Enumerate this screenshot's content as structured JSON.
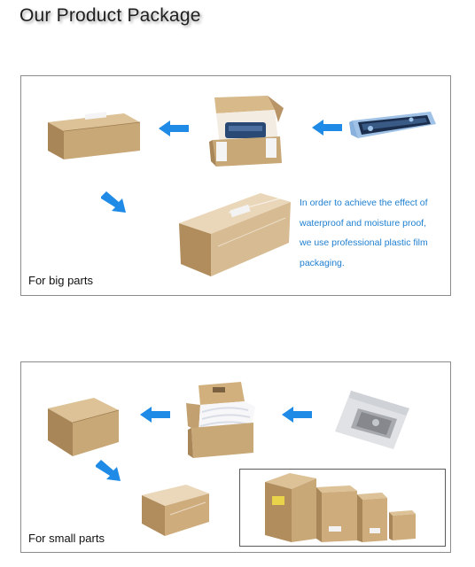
{
  "page": {
    "title": "Our Product Package"
  },
  "big_parts": {
    "label": "For big parts",
    "note_lines": [
      "In order to achieve the effect of",
      "waterproof and moisture proof,",
      "we use professional plastic film",
      "packaging."
    ]
  },
  "small_parts": {
    "label": "For small parts"
  },
  "colors": {
    "arrow": "#1f8be6",
    "note_text": "#1e7fd0",
    "cardboard": "#c9a878",
    "panel_border": "#8c8c8c"
  },
  "icons": {
    "arrow_left": "arrow-left-icon",
    "arrow_down_right": "arrow-down-right-icon"
  }
}
